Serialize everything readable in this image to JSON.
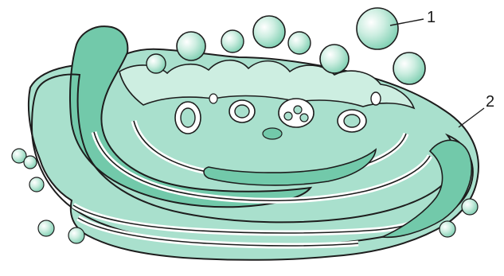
{
  "figure": {
    "labels": [
      {
        "id": "1",
        "text": "1"
      },
      {
        "id": "2",
        "text": "2"
      }
    ]
  },
  "colors": {
    "fill": "#a9e0cd",
    "fill_dark": "#72c9aa",
    "fill_light": "#cdeee1",
    "outline": "#1d1d1d",
    "background": "#ffffff"
  },
  "icons": [
    "golgi-apparatus",
    "vesicle",
    "cisterna"
  ]
}
